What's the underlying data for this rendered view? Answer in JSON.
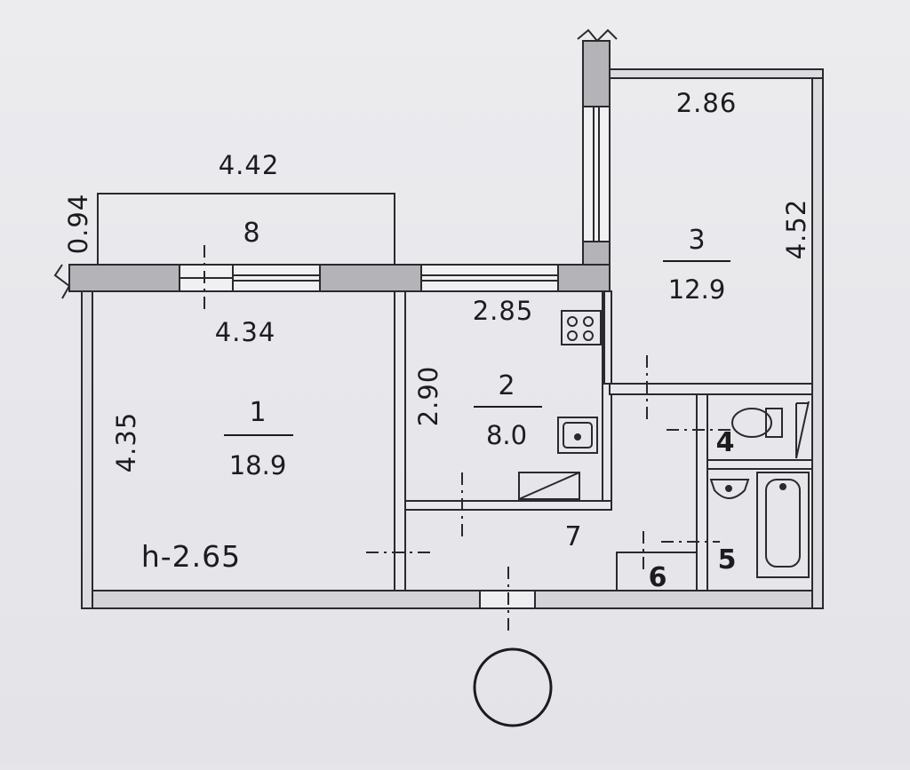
{
  "plan": {
    "colors": {
      "wall_fill": "#b4b4b8",
      "wall_line": "#2a2a2c",
      "paper": "#e8e8ec"
    },
    "rooms": [
      {
        "key": "r1",
        "number": "1",
        "area": "18.9"
      },
      {
        "key": "r2",
        "number": "2",
        "area": "8.0"
      },
      {
        "key": "r3",
        "number": "3",
        "area": "12.9"
      },
      {
        "key": "r4",
        "number": "4"
      },
      {
        "key": "r5",
        "number": "5"
      },
      {
        "key": "r6",
        "number": "6"
      },
      {
        "key": "r7",
        "number": "7"
      },
      {
        "key": "r8",
        "number": "8"
      }
    ],
    "dimensions": {
      "balcony_length": "4.42",
      "balcony_depth": "0.94",
      "room1_width": "4.34",
      "room1_depth": "4.35",
      "kitchen_width": "2.85",
      "kitchen_depth": "2.90",
      "room3_width": "2.86",
      "room3_depth": "4.52"
    },
    "ceiling_height": "h-2.65",
    "fixtures": [
      "stove-icon",
      "sink-icon",
      "countertop-icon",
      "toilet-icon",
      "washbasin-icon",
      "bathtub-icon",
      "north-circle-icon"
    ]
  }
}
